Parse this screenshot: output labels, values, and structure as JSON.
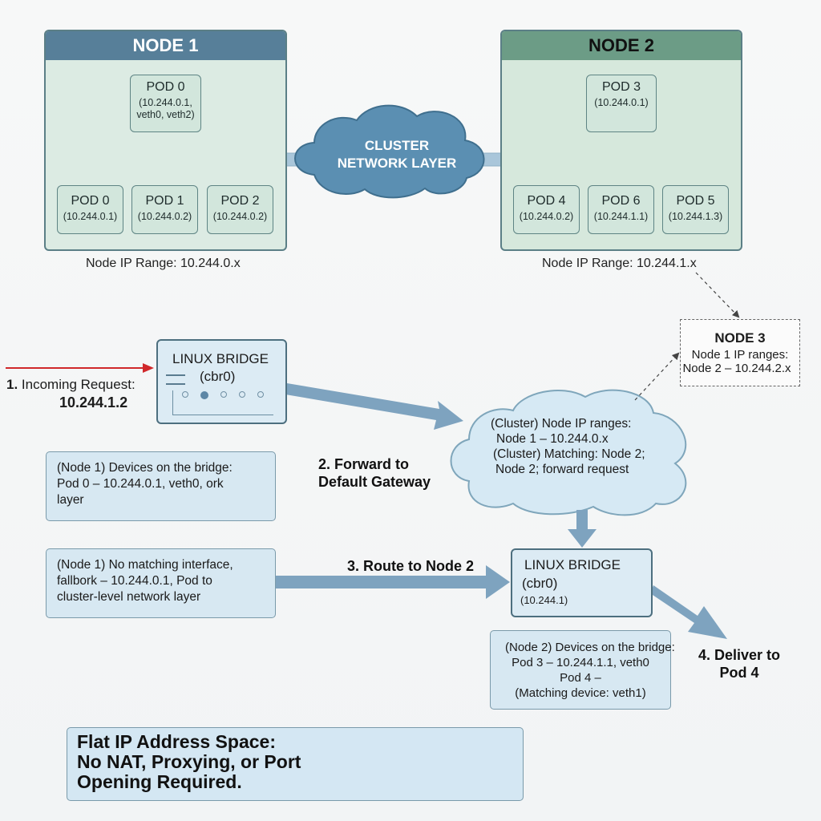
{
  "node1": {
    "title": "NODE 1",
    "header_color": "#577f99",
    "top_pod": {
      "name": "POD 0",
      "ip_line1": "(10.244.0.1,",
      "ip_line2": "veth0, veth2)"
    },
    "pods": [
      {
        "name": "POD 0",
        "ip": "(10.244.0.1)"
      },
      {
        "name": "POD 1",
        "ip": "(10.244.0.2)"
      },
      {
        "name": "POD 2",
        "ip": "(10.244.0.2)"
      }
    ],
    "range_label": "Node IP Range: 10.244.0.x"
  },
  "node2": {
    "title": "NODE 2",
    "header_color": "#6c9c86",
    "top_pod": {
      "name": "POD 3",
      "ip_line1": "(10.244.0.1)"
    },
    "pods": [
      {
        "name": "POD 4",
        "ip": "(10.244.0.2)"
      },
      {
        "name": "POD 6",
        "ip": "(10.244.1.1)"
      },
      {
        "name": "POD 5",
        "ip": "(10.244.1.3)"
      }
    ],
    "range_label": "Node IP Range: 10.244.1.x"
  },
  "cluster_cloud": {
    "line1": "CLUSTER",
    "line2": "NETWORK LAYER",
    "color": "#5b8fb2"
  },
  "node3": {
    "title": "NODE 3",
    "line1": "Node 1 IP ranges:",
    "line2": "Node 2 – 10.244.2.x"
  },
  "step1": {
    "label_prefix": "1.",
    "label": "Incoming Request:",
    "ip": "10.244.1.2",
    "arrow_color": "#d0282b"
  },
  "bridge1": {
    "title": "LINUX BRIDGE",
    "subtitle": "(cbr0)",
    "ports": 5,
    "active_port": 2
  },
  "node1_devices": {
    "line1": "(Node 1) Devices on the bridge:",
    "line2": "Pod 0 – 10.244.0.1, veth0,  ork",
    "line3": "layer"
  },
  "step2": {
    "line1": "2. Forward to",
    "line2": "Default Gateway"
  },
  "routing_cloud": {
    "line1": "(Cluster) Node IP ranges:",
    "line2": "Node 1 – 10.244.0.x",
    "line3": "(Cluster) Matching: Node 2;",
    "line4": "Node 2; forward request"
  },
  "node1_fallback": {
    "line1": "(Node 1) No matching interface,",
    "line2": "fallbork – 10.244.0.1, Pod to",
    "line3": "cluster-level network layer"
  },
  "step3": {
    "label": "3. Route to Node 2"
  },
  "bridge2": {
    "title": "LINUX BRIDGE",
    "subtitle": "(cbr0)",
    "ip": "(10.244.1)"
  },
  "node2_devices": {
    "line1": "(Node 2) Devices on the bridge:",
    "line2": "Pod 3 – 10.244.1.1, veth0",
    "line3": "Pod 4 –",
    "line4": "(Matching device: veth1)"
  },
  "step4": {
    "line1": "4. Deliver to",
    "line2": "Pod 4"
  },
  "footer": {
    "line1": "Flat IP Address Space:",
    "line2": "No NAT, Proxying, or Port",
    "line3": "Opening Required."
  },
  "colors": {
    "flow_arrow": "#7ea3bf",
    "connector": "#4f7578",
    "pipe": "#a9c6da"
  }
}
